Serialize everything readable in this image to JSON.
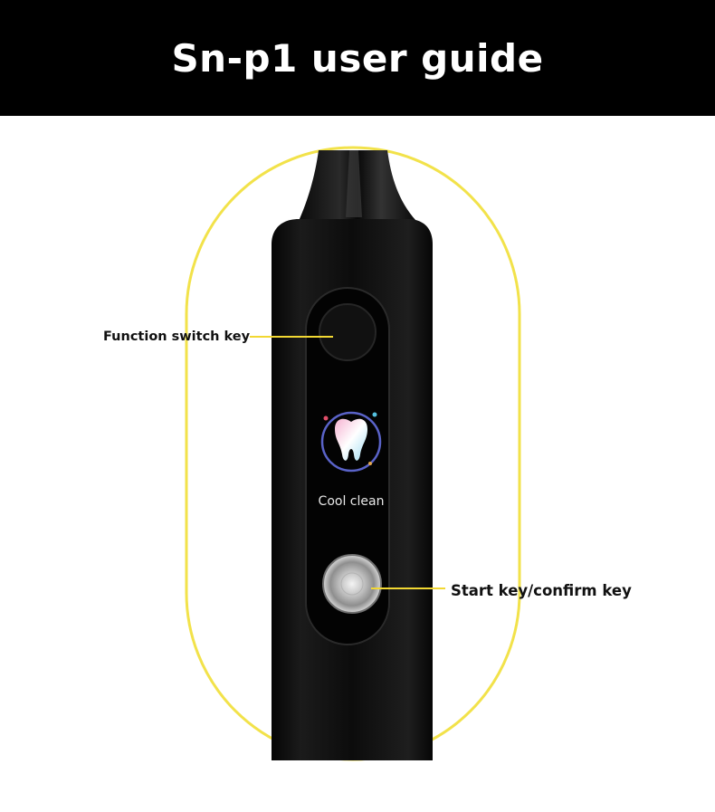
{
  "header": {
    "title": "Sn-p1 user guide"
  },
  "callouts": {
    "function_key": "Function switch key",
    "start_key": "Start key/confirm key"
  },
  "display": {
    "mode_label": "Cool clean",
    "mode_icon": "tooth-icon"
  },
  "colors": {
    "header_bg": "#000000",
    "header_text": "#ffffff",
    "outline": "#f2e24a",
    "device_body": "#0e0e0e",
    "leader_line": "#f2d833"
  }
}
